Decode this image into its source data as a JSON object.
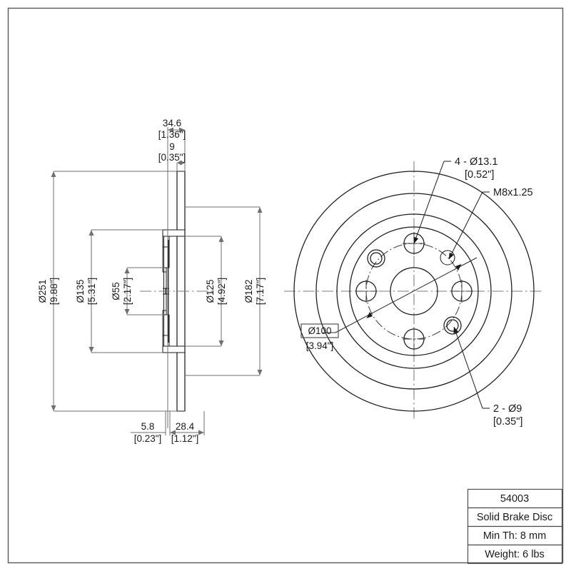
{
  "drawing": {
    "type": "engineering-drawing",
    "subject": "Solid Brake Disc technical drawing with sectional side view and front view"
  },
  "section_view": {
    "name": "left-sectional-view",
    "top_dimensions": [
      {
        "id": "d346",
        "metric": "34.6",
        "imperial": "[1.36\"]"
      },
      {
        "id": "d9",
        "metric": "9",
        "imperial": "[0.35\"]"
      }
    ],
    "bottom_dimensions": [
      {
        "id": "d58",
        "metric": "5.8",
        "imperial": "[0.23\"]"
      },
      {
        "id": "d284",
        "metric": "28.4",
        "imperial": "[1.12\"]"
      }
    ],
    "left_dimensions": [
      {
        "id": "d251",
        "metric": "Ø251",
        "imperial": "[9.88\"]"
      },
      {
        "id": "d135",
        "metric": "Ø135",
        "imperial": "[5.31\"]"
      },
      {
        "id": "d55",
        "metric": "Ø55",
        "imperial": "[2.17\"]"
      }
    ],
    "right_dimensions": [
      {
        "id": "d125",
        "metric": "Ø125",
        "imperial": "[4.92\"]"
      },
      {
        "id": "d182",
        "metric": "Ø182",
        "imperial": "[7.17\"]"
      }
    ]
  },
  "front_view": {
    "name": "right-front-view",
    "annotations": [
      {
        "id": "lug",
        "line1": "4 - Ø13.1",
        "line2": "[0.52\"]"
      },
      {
        "id": "thread",
        "line1": "M8x1.25",
        "line2": ""
      },
      {
        "id": "small",
        "line1": "2 - Ø9",
        "line2": "[0.35\"]"
      }
    ],
    "bolt_circle": {
      "metric": "Ø100",
      "imperial": "[3.94\"]"
    }
  },
  "title_block": {
    "rows": [
      {
        "id": "part-number",
        "label": "54003"
      },
      {
        "id": "description",
        "label": "Solid Brake Disc"
      },
      {
        "id": "min-thickness",
        "label": "Min Th: 8 mm"
      },
      {
        "id": "weight",
        "label": "Weight: 6 lbs"
      }
    ]
  },
  "colors": {
    "line": "#1a1a1a",
    "dimension": "#6f6f72",
    "frame": "#58585a",
    "background": "#ffffff"
  }
}
